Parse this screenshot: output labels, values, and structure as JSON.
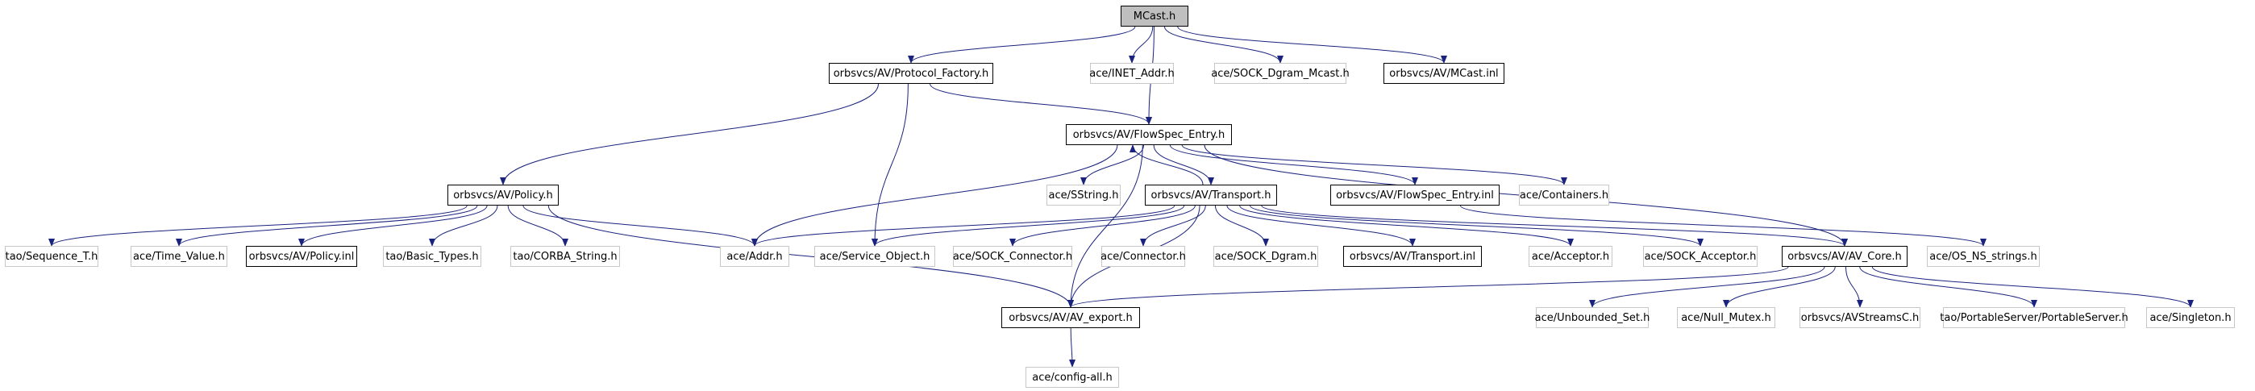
{
  "diagram": {
    "nodes": [
      {
        "id": "mcast_h",
        "label": "MCast.h",
        "style": "filled"
      },
      {
        "id": "protocol_factory_h",
        "label": "orbsvcs/AV/Protocol_Factory.h",
        "style": "solid"
      },
      {
        "id": "inet_addr_h",
        "label": "ace/INET_Addr.h",
        "style": "faint"
      },
      {
        "id": "sock_dgram_mcast_h",
        "label": "ace/SOCK_Dgram_Mcast.h",
        "style": "faint"
      },
      {
        "id": "mcast_inl",
        "label": "orbsvcs/AV/MCast.inl",
        "style": "solid"
      },
      {
        "id": "flowspec_entry_h",
        "label": "orbsvcs/AV/FlowSpec_Entry.h",
        "style": "solid"
      },
      {
        "id": "policy_h",
        "label": "orbsvcs/AV/Policy.h",
        "style": "solid"
      },
      {
        "id": "sstring_h",
        "label": "ace/SString.h",
        "style": "faint"
      },
      {
        "id": "transport_h",
        "label": "orbsvcs/AV/Transport.h",
        "style": "solid"
      },
      {
        "id": "flowspec_entry_inl",
        "label": "orbsvcs/AV/FlowSpec_Entry.inl",
        "style": "solid"
      },
      {
        "id": "containers_h",
        "label": "ace/Containers.h",
        "style": "faint"
      },
      {
        "id": "sequence_t_h",
        "label": "tao/Sequence_T.h",
        "style": "faint"
      },
      {
        "id": "time_value_h",
        "label": "ace/Time_Value.h",
        "style": "faint"
      },
      {
        "id": "policy_inl",
        "label": "orbsvcs/AV/Policy.inl",
        "style": "solid"
      },
      {
        "id": "basic_types_h",
        "label": "tao/Basic_Types.h",
        "style": "faint"
      },
      {
        "id": "corba_string_h",
        "label": "tao/CORBA_String.h",
        "style": "faint"
      },
      {
        "id": "addr_h",
        "label": "ace/Addr.h",
        "style": "faint"
      },
      {
        "id": "service_object_h",
        "label": "ace/Service_Object.h",
        "style": "faint"
      },
      {
        "id": "sock_connector_h",
        "label": "ace/SOCK_Connector.h",
        "style": "faint"
      },
      {
        "id": "connector_h",
        "label": "ace/Connector.h",
        "style": "faint"
      },
      {
        "id": "sock_dgram_h",
        "label": "ace/SOCK_Dgram.h",
        "style": "faint"
      },
      {
        "id": "transport_inl",
        "label": "orbsvcs/AV/Transport.inl",
        "style": "solid"
      },
      {
        "id": "acceptor_h",
        "label": "ace/Acceptor.h",
        "style": "faint"
      },
      {
        "id": "sock_acceptor_h",
        "label": "ace/SOCK_Acceptor.h",
        "style": "faint"
      },
      {
        "id": "av_core_h",
        "label": "orbsvcs/AV/AV_Core.h",
        "style": "solid"
      },
      {
        "id": "os_ns_strings_h",
        "label": "ace/OS_NS_strings.h",
        "style": "faint"
      },
      {
        "id": "av_export_h",
        "label": "orbsvcs/AV/AV_export.h",
        "style": "solid"
      },
      {
        "id": "unbounded_set_h",
        "label": "ace/Unbounded_Set.h",
        "style": "faint"
      },
      {
        "id": "null_mutex_h",
        "label": "ace/Null_Mutex.h",
        "style": "faint"
      },
      {
        "id": "avstreamsc_h",
        "label": "orbsvcs/AVStreamsC.h",
        "style": "faint"
      },
      {
        "id": "portableserver_h",
        "label": "tao/PortableServer/PortableServer.h",
        "style": "faint"
      },
      {
        "id": "singleton_h",
        "label": "ace/Singleton.h",
        "style": "faint"
      },
      {
        "id": "config_all_h",
        "label": "ace/config-all.h",
        "style": "faint"
      }
    ],
    "edges": [
      [
        "mcast_h",
        "protocol_factory_h"
      ],
      [
        "mcast_h",
        "inet_addr_h"
      ],
      [
        "mcast_h",
        "sock_dgram_mcast_h"
      ],
      [
        "mcast_h",
        "mcast_inl"
      ],
      [
        "mcast_h",
        "flowspec_entry_h"
      ],
      [
        "protocol_factory_h",
        "flowspec_entry_h"
      ],
      [
        "protocol_factory_h",
        "policy_h"
      ],
      [
        "protocol_factory_h",
        "service_object_h"
      ],
      [
        "flowspec_entry_h",
        "sstring_h"
      ],
      [
        "flowspec_entry_h",
        "transport_h"
      ],
      [
        "flowspec_entry_h",
        "flowspec_entry_inl"
      ],
      [
        "flowspec_entry_h",
        "containers_h"
      ],
      [
        "flowspec_entry_h",
        "addr_h"
      ],
      [
        "flowspec_entry_h",
        "av_export_h"
      ],
      [
        "flowspec_entry_h",
        "av_core_h"
      ],
      [
        "policy_h",
        "sequence_t_h"
      ],
      [
        "policy_h",
        "time_value_h"
      ],
      [
        "policy_h",
        "policy_inl"
      ],
      [
        "policy_h",
        "basic_types_h"
      ],
      [
        "policy_h",
        "corba_string_h"
      ],
      [
        "policy_h",
        "addr_h"
      ],
      [
        "policy_h",
        "av_export_h"
      ],
      [
        "transport_h",
        "flowspec_entry_h"
      ],
      [
        "transport_h",
        "addr_h"
      ],
      [
        "transport_h",
        "service_object_h"
      ],
      [
        "transport_h",
        "sock_connector_h"
      ],
      [
        "transport_h",
        "connector_h"
      ],
      [
        "transport_h",
        "sock_dgram_h"
      ],
      [
        "transport_h",
        "transport_inl"
      ],
      [
        "transport_h",
        "acceptor_h"
      ],
      [
        "transport_h",
        "sock_acceptor_h"
      ],
      [
        "transport_h",
        "av_core_h"
      ],
      [
        "transport_h",
        "av_export_h"
      ],
      [
        "flowspec_entry_inl",
        "os_ns_strings_h"
      ],
      [
        "av_core_h",
        "unbounded_set_h"
      ],
      [
        "av_core_h",
        "null_mutex_h"
      ],
      [
        "av_core_h",
        "avstreamsc_h"
      ],
      [
        "av_core_h",
        "portableserver_h"
      ],
      [
        "av_core_h",
        "singleton_h"
      ],
      [
        "av_core_h",
        "av_export_h"
      ],
      [
        "av_export_h",
        "config_all_h"
      ]
    ]
  }
}
